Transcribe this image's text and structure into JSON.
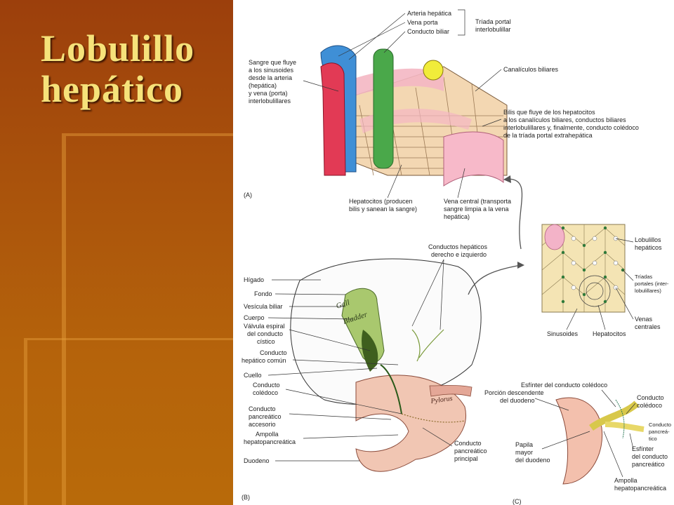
{
  "slide": {
    "title_line1": "Lobulillo",
    "title_line2": "hepático"
  },
  "panelA": {
    "arteria": "Arteria hepática",
    "vena_porta": "Vena porta",
    "conducto_biliar": "Conducto biliar",
    "triada_1": "Tríada portal",
    "triada_2": "interlobulillar",
    "sangre": [
      "Sangre que fluye",
      "a los sinusoides",
      "desde la arteria",
      "(hepática)",
      "y vena (porta)",
      "interlobulillares"
    ],
    "canaliculos": "Canalículos biliares",
    "bilis": [
      "Bilis que fluye de los hepatocitos",
      "a los canalículos biliares, conductos biliares",
      "interlobulillares y, finalmente, conducto colédoco",
      "de la tríada portal extrahepática"
    ],
    "hepatocitos": [
      "Hepatocitos (producen",
      "bilis y sanean la sangre)"
    ],
    "vena_central": [
      "Vena central (transporta",
      "sangre limpia a la vena",
      "hepática)"
    ],
    "tag": "(A)"
  },
  "panelB": {
    "conductos_hepaticos": [
      "Conductos hepáticos",
      "derecho e izquierdo"
    ],
    "higado": "Hígado",
    "fondo": "Fondo",
    "vesicula": "Vesícula biliar",
    "cuerpo": "Cuerpo",
    "valvula": [
      "Válvula espiral",
      "del conducto",
      "cístico"
    ],
    "conducto_hepatico": [
      "Conducto",
      "hepático común"
    ],
    "cuello": "Cuello",
    "coledoco": [
      "Conducto",
      "colédoco"
    ],
    "pancreatico_acc": [
      "Conducto",
      "pancreático",
      "accesorio"
    ],
    "ampolla": [
      "Ampolla",
      "hepatopancreática"
    ],
    "duodeno": "Duodeno",
    "pancreatico_ppal": [
      "Conducto",
      "pancreático",
      "principal"
    ],
    "gall": "Gall",
    "bladder": "Bladder",
    "pylorus": "Pylorus",
    "tag": "(B)"
  },
  "panelLob": {
    "lobulillos": [
      "Lobulillos",
      "hepáticos"
    ],
    "triadas": [
      "Tríadas",
      "portales (inter-",
      "lobulillares)"
    ],
    "venas": [
      "Venas",
      "centrales"
    ],
    "sinusoides": "Sinusoides",
    "hepatocitos": "Hepatocitos"
  },
  "panelC": {
    "porcion": [
      "Porción descendente",
      "del duodeno"
    ],
    "esfinter_coledoco": "Esfínter del conducto colédoco",
    "conducto_coledoco": [
      "Conducto",
      "colédoco"
    ],
    "conducto_pancreatico": [
      "Conducto",
      "pancreá-",
      "tico"
    ],
    "papila": [
      "Papila",
      "mayor",
      "del duodeno"
    ],
    "esfinter_pancreatico": [
      "Esfínter",
      "del conducto",
      "pancreático"
    ],
    "ampolla": [
      "Ampolla",
      "hepatopancreática"
    ],
    "tag": "(C)"
  },
  "colors": {
    "background_left": "#a9520c",
    "title": "#f6e27a"
  }
}
